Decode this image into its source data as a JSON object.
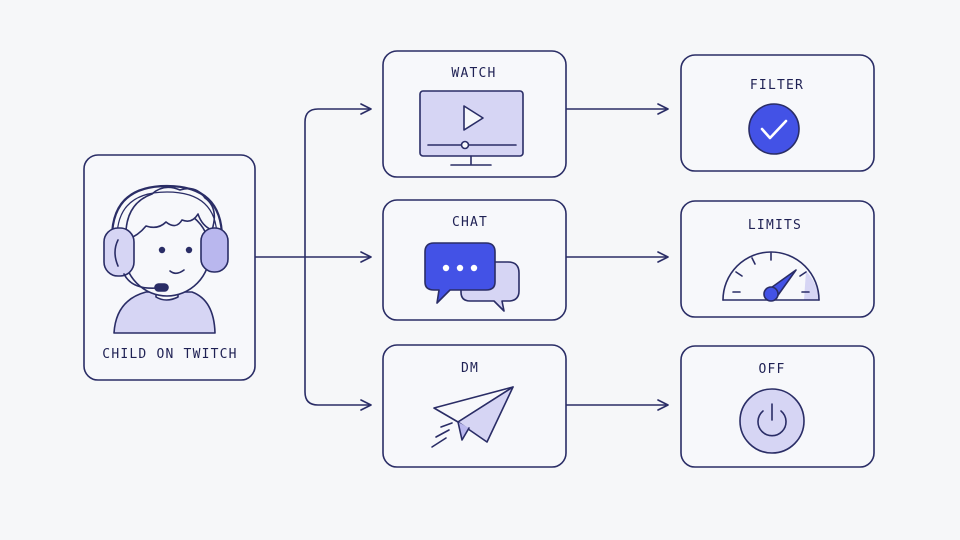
{
  "colors": {
    "background": "#f6f7f9",
    "box_fill": "#f7f8fb",
    "stroke": "#2a2d66",
    "accent": "#4352e6",
    "lavender": "#d6d5f4",
    "lavender_dark": "#b9b7ee"
  },
  "source": {
    "label": "CHILD ON TWITCH",
    "icon": "child-with-headset-icon"
  },
  "features": [
    {
      "label": "WATCH",
      "icon": "video-player-icon"
    },
    {
      "label": "CHAT",
      "icon": "chat-bubbles-icon"
    },
    {
      "label": "DM",
      "icon": "paper-plane-icon"
    }
  ],
  "controls": [
    {
      "label": "FILTER",
      "icon": "check-circle-icon"
    },
    {
      "label": "LIMITS",
      "icon": "gauge-icon"
    },
    {
      "label": "OFF",
      "icon": "power-icon"
    }
  ]
}
